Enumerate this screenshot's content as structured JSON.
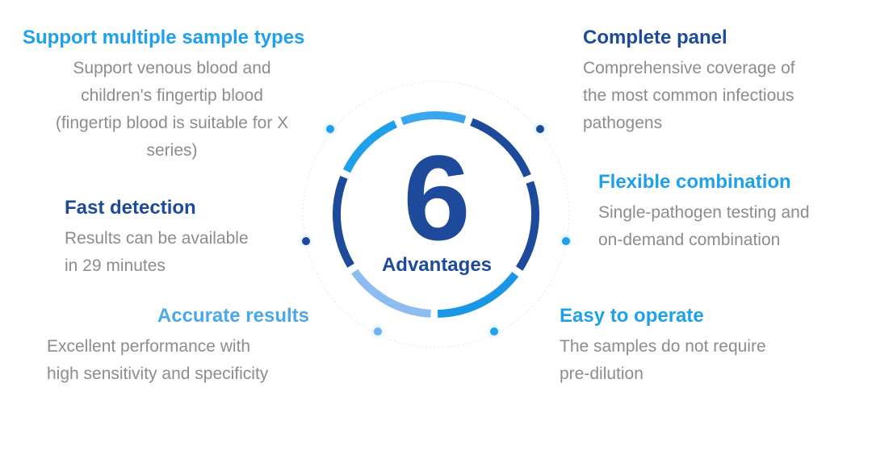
{
  "center": {
    "number": "6",
    "label": "Advantages"
  },
  "advantages": [
    {
      "title": "Support multiple sample types",
      "lines": [
        "Support venous blood and",
        "children's fingertip blood",
        "(fingertip blood is suitable for X",
        "series)"
      ]
    },
    {
      "title": "Complete panel",
      "lines": [
        "Comprehensive coverage of",
        "the most common infectious",
        "pathogens"
      ]
    },
    {
      "title": "Fast detection",
      "lines": [
        "Results can be available",
        "in 29 minutes"
      ]
    },
    {
      "title": "Flexible combination",
      "lines": [
        "Single-pathogen testing and",
        "on-demand combination"
      ]
    },
    {
      "title": "Accurate results",
      "lines": [
        "Excellent performance with",
        "high sensitivity and specificity"
      ]
    },
    {
      "title": "Easy to operate",
      "lines": [
        "The samples do not require",
        "pre-dilution"
      ]
    }
  ],
  "colors": {
    "sky": "#1fa0ea",
    "navy": "#1d4a9a",
    "light": "#4ba6ea",
    "text_gray": "#8c8c8c"
  }
}
